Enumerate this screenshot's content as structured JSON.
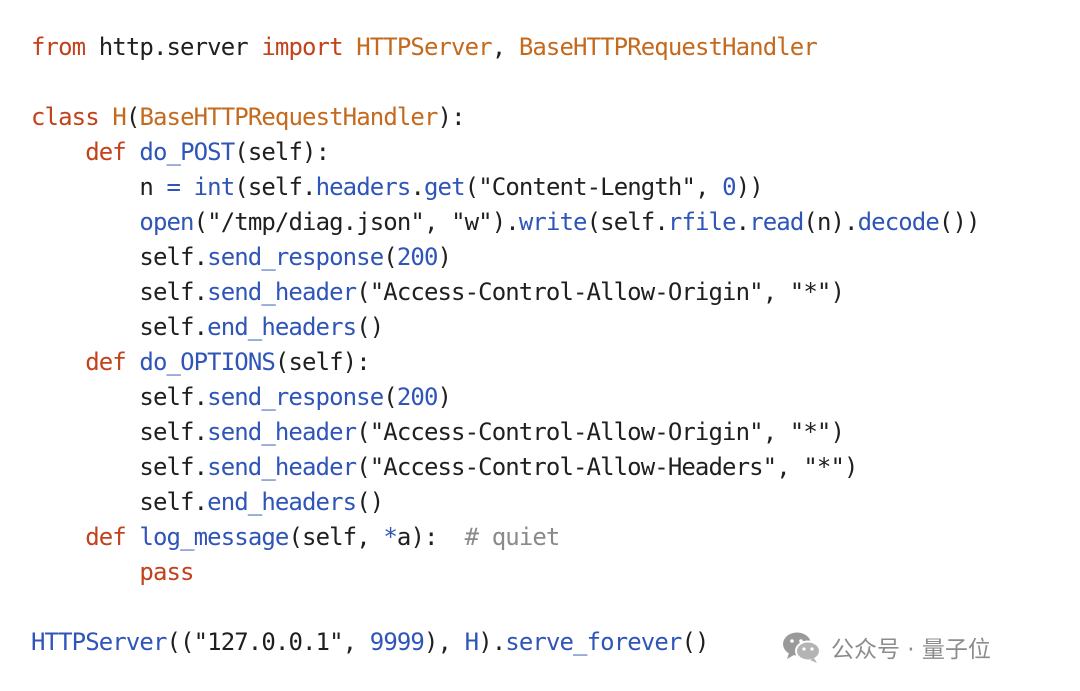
{
  "code_lines": [
    [
      [
        "kw",
        "from"
      ],
      [
        "id",
        " http.server "
      ],
      [
        "kw",
        "import"
      ],
      [
        "id",
        " "
      ],
      [
        "cls",
        "HTTPServer"
      ],
      [
        "p",
        ", "
      ],
      [
        "cls",
        "BaseHTTPRequestHandler"
      ]
    ],
    [],
    [
      [
        "kw",
        "class"
      ],
      [
        "id",
        " "
      ],
      [
        "cls",
        "H"
      ],
      [
        "p",
        "("
      ],
      [
        "cls",
        "BaseHTTPRequestHandler"
      ],
      [
        "p",
        "):"
      ]
    ],
    [
      [
        "id",
        "    "
      ],
      [
        "kw",
        "def"
      ],
      [
        "id",
        " "
      ],
      [
        "fn",
        "do_POST"
      ],
      [
        "p",
        "(self):"
      ]
    ],
    [
      [
        "id",
        "        n "
      ],
      [
        "op",
        "="
      ],
      [
        "id",
        " "
      ],
      [
        "bi",
        "int"
      ],
      [
        "p",
        "(self."
      ],
      [
        "fn",
        "headers"
      ],
      [
        "p",
        "."
      ],
      [
        "fn",
        "get"
      ],
      [
        "p",
        "("
      ],
      [
        "str",
        "\"Content-Length\""
      ],
      [
        "p",
        ", "
      ],
      [
        "num",
        "0"
      ],
      [
        "p",
        "))"
      ]
    ],
    [
      [
        "id",
        "        "
      ],
      [
        "bi",
        "open"
      ],
      [
        "p",
        "("
      ],
      [
        "str",
        "\"/tmp/diag.json\""
      ],
      [
        "p",
        ", "
      ],
      [
        "str",
        "\"w\""
      ],
      [
        "p",
        ")."
      ],
      [
        "fn",
        "write"
      ],
      [
        "p",
        "(self."
      ],
      [
        "fn",
        "rfile"
      ],
      [
        "p",
        "."
      ],
      [
        "fn",
        "read"
      ],
      [
        "p",
        "(n)."
      ],
      [
        "fn",
        "decode"
      ],
      [
        "p",
        "())"
      ]
    ],
    [
      [
        "id",
        "        self."
      ],
      [
        "fn",
        "send_response"
      ],
      [
        "p",
        "("
      ],
      [
        "num",
        "200"
      ],
      [
        "p",
        ")"
      ]
    ],
    [
      [
        "id",
        "        self."
      ],
      [
        "fn",
        "send_header"
      ],
      [
        "p",
        "("
      ],
      [
        "str",
        "\"Access-Control-Allow-Origin\""
      ],
      [
        "p",
        ", "
      ],
      [
        "str",
        "\"*\""
      ],
      [
        "p",
        ")"
      ]
    ],
    [
      [
        "id",
        "        self."
      ],
      [
        "fn",
        "end_headers"
      ],
      [
        "p",
        "()"
      ]
    ],
    [
      [
        "id",
        "    "
      ],
      [
        "kw",
        "def"
      ],
      [
        "id",
        " "
      ],
      [
        "fn",
        "do_OPTIONS"
      ],
      [
        "p",
        "(self):"
      ]
    ],
    [
      [
        "id",
        "        self."
      ],
      [
        "fn",
        "send_response"
      ],
      [
        "p",
        "("
      ],
      [
        "num",
        "200"
      ],
      [
        "p",
        ")"
      ]
    ],
    [
      [
        "id",
        "        self."
      ],
      [
        "fn",
        "send_header"
      ],
      [
        "p",
        "("
      ],
      [
        "str",
        "\"Access-Control-Allow-Origin\""
      ],
      [
        "p",
        ", "
      ],
      [
        "str",
        "\"*\""
      ],
      [
        "p",
        ")"
      ]
    ],
    [
      [
        "id",
        "        self."
      ],
      [
        "fn",
        "send_header"
      ],
      [
        "p",
        "("
      ],
      [
        "str",
        "\"Access-Control-Allow-Headers\""
      ],
      [
        "p",
        ", "
      ],
      [
        "str",
        "\"*\""
      ],
      [
        "p",
        ")"
      ]
    ],
    [
      [
        "id",
        "        self."
      ],
      [
        "fn",
        "end_headers"
      ],
      [
        "p",
        "()"
      ]
    ],
    [
      [
        "id",
        "    "
      ],
      [
        "kw",
        "def"
      ],
      [
        "id",
        " "
      ],
      [
        "fn",
        "log_message"
      ],
      [
        "p",
        "(self, "
      ],
      [
        "op",
        "*"
      ],
      [
        "p",
        "a):  "
      ],
      [
        "cm",
        "# quiet"
      ]
    ],
    [
      [
        "id",
        "        "
      ],
      [
        "kw",
        "pass"
      ]
    ],
    [],
    [
      [
        "fn",
        "HTTPServer"
      ],
      [
        "p",
        "(("
      ],
      [
        "str",
        "\"127.0.0.1\""
      ],
      [
        "p",
        ", "
      ],
      [
        "num",
        "9999"
      ],
      [
        "p",
        "), "
      ],
      [
        "fn",
        "H"
      ],
      [
        "p",
        ")."
      ],
      [
        "fn",
        "serve_forever"
      ],
      [
        "p",
        "()"
      ]
    ]
  ],
  "colors": {
    "keyword": "#c2421c",
    "class_name": "#c46a1e",
    "function": "#2f55b8",
    "number": "#2f55b8",
    "comment": "#8a8a8a",
    "text": "#1f1f1f",
    "background": "#ffffff"
  },
  "watermark": {
    "icon": "wechat-icon",
    "text": "公众号 · 量子位"
  }
}
